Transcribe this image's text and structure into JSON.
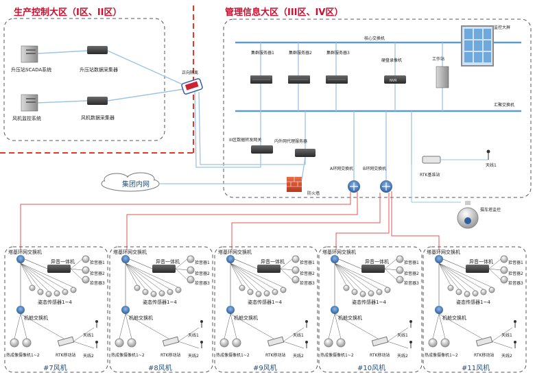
{
  "zones": {
    "production": "生产控制大区（I区、II区）",
    "management": "管理信息大区（III区、IV区）"
  },
  "production": {
    "scada": "升压站SCADA系统",
    "booster_collector": "升压站数据采集器",
    "fan_monitor": "风机监控系统",
    "fan_collector": "风机数据采集器",
    "isolator": "正向隔离"
  },
  "management": {
    "core_switch": "核心交换机",
    "servers": [
      "集群服务器1",
      "集群服务器2",
      "集群服务器3"
    ],
    "nvr": "硬盘录像机",
    "workstation": "工作站",
    "big_screen": "监控大屏",
    "agg_switch": "汇聚交换机",
    "gateway": "III区数据转发网关",
    "proxy": "内外网代理服务器",
    "firewall": "防火墙",
    "group_net": "集团内网",
    "ring_a": "A环网交换机",
    "ring_b": "B环网交换机",
    "rtk_base": "RTK基准站",
    "antenna": "天线1",
    "camera": "摄车塔监控"
  },
  "turbine_template": {
    "ring_switch": "塔基环网交换机",
    "voice_unit": "异音一体机",
    "pickup1": "拾音器1",
    "pickup2": "拾音器2",
    "pickup3": "拾音器3",
    "posture": "姿态传感器1~4",
    "nacelle_switch": "机舱交换机",
    "thermal": "热成像摄像机1~2",
    "rtk_mobile": "RTK移动站",
    "antenna1": "天线1",
    "antenna2": "天线2"
  },
  "turbines": [
    "#7风机",
    "#8风机",
    "#9风机",
    "#10风机",
    "#11风机"
  ]
}
